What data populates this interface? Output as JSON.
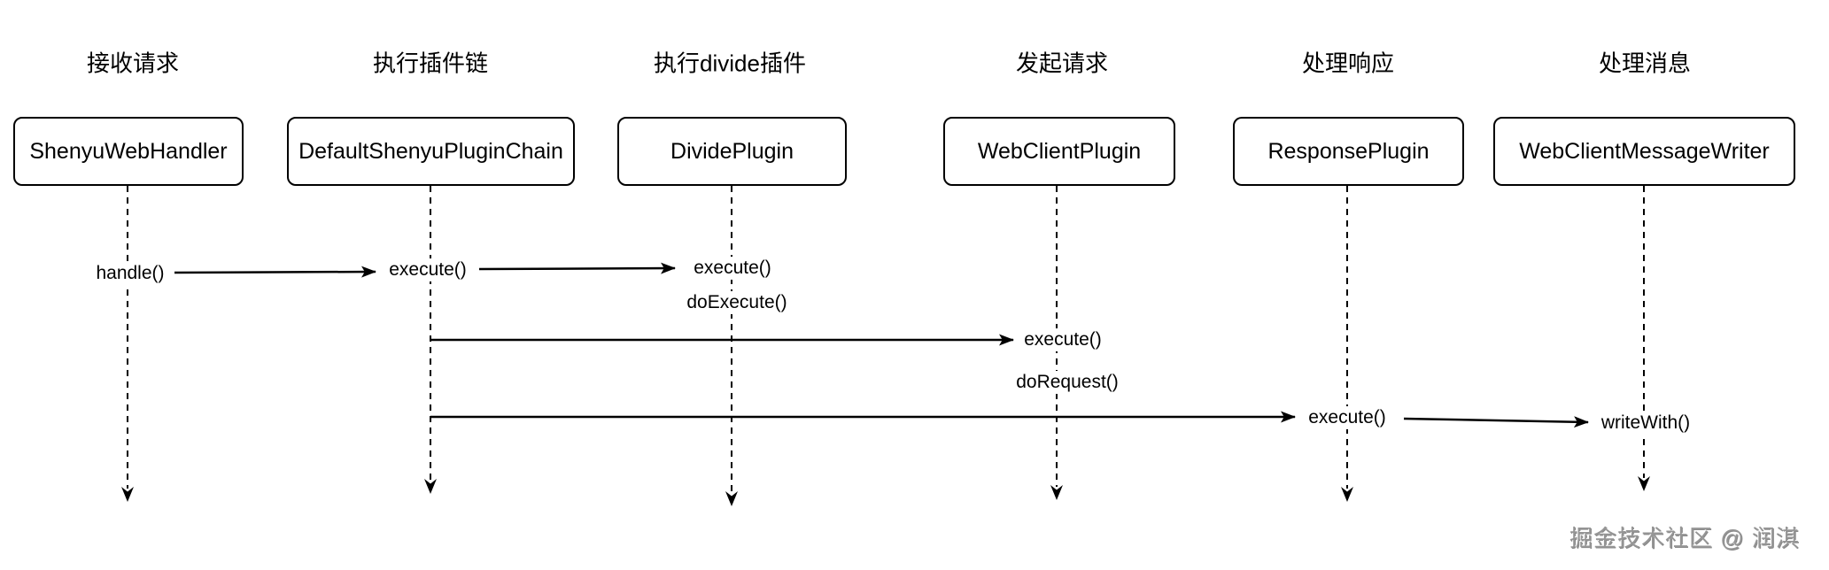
{
  "diagram": {
    "type": "sequence-diagram",
    "lifelines": [
      {
        "step_label": "接收请求",
        "class_name": "ShenyuWebHandler"
      },
      {
        "step_label": "执行插件链",
        "class_name": "DefaultShenyuPluginChain"
      },
      {
        "step_label": "执行divide插件",
        "class_name": "DividePlugin"
      },
      {
        "step_label": "发起请求",
        "class_name": "WebClientPlugin"
      },
      {
        "step_label": "处理响应",
        "class_name": "ResponsePlugin"
      },
      {
        "step_label": "处理消息",
        "class_name": "WebClientMessageWriter"
      }
    ],
    "messages": [
      {
        "label": "handle()",
        "from": "ShenyuWebHandler",
        "to": "DefaultShenyuPluginChain"
      },
      {
        "label": "execute()",
        "from": "DefaultShenyuPluginChain",
        "to": "DividePlugin"
      },
      {
        "label": "execute()",
        "from": "DefaultShenyuPluginChain",
        "to": "DividePlugin"
      },
      {
        "label": "doExecute()",
        "from": "DividePlugin",
        "to": "DividePlugin"
      },
      {
        "label": "execute()",
        "from": "DefaultShenyuPluginChain",
        "to": "WebClientPlugin"
      },
      {
        "label": "doRequest()",
        "from": "WebClientPlugin",
        "to": "WebClientPlugin"
      },
      {
        "label": "execute()",
        "from": "DefaultShenyuPluginChain",
        "to": "ResponsePlugin"
      },
      {
        "label": "writeWith()",
        "from": "ResponsePlugin",
        "to": "WebClientMessageWriter"
      }
    ],
    "watermark": "掘金技术社区 @ 润淇",
    "colors": {
      "background": "#ffffff",
      "stroke": "#000000",
      "text": "#000000",
      "watermark": "#969696"
    }
  }
}
